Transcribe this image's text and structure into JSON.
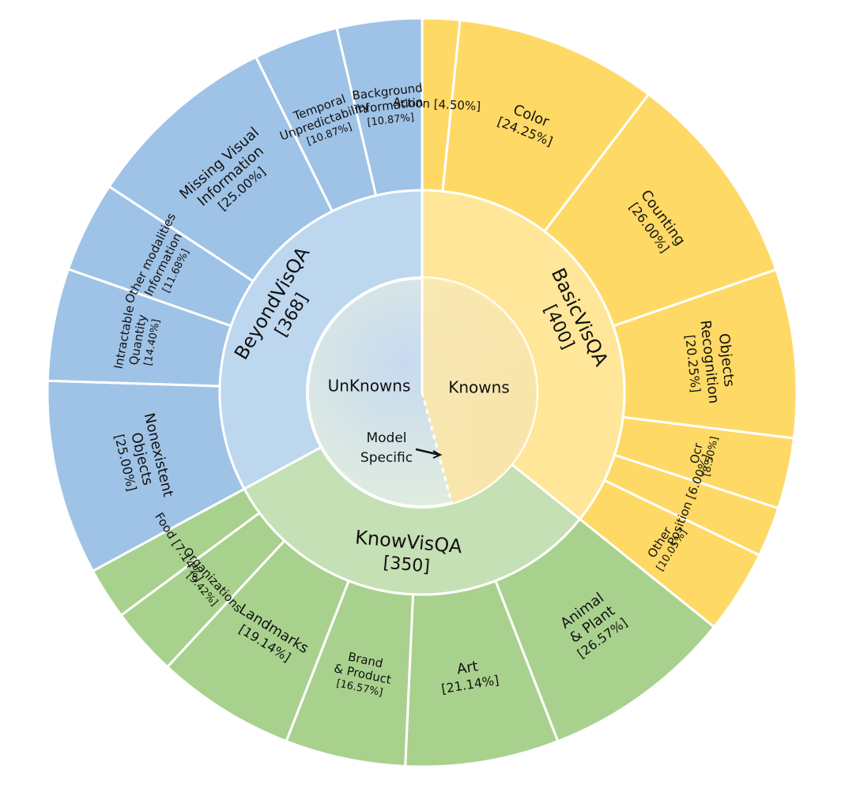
{
  "chart_data": {
    "type": "sunburst",
    "colors": {
      "blue_outer": "#9FC3E6",
      "blue_middle": "#BDD7EE",
      "yellow_outer": "#FFD966",
      "yellow_middle": "#FFE699",
      "green_outer": "#A9D18E",
      "green_middle": "#C5E0B4",
      "separator": "#ffffff"
    },
    "center": {
      "labels": [
        {
          "text": "UnKnowns"
        },
        {
          "text": "Knowns"
        },
        {
          "text": "Model"
        },
        {
          "text": "Specific"
        }
      ]
    },
    "groups": [
      {
        "name": "BasicVisQA",
        "count": "[400]",
        "value": 400,
        "color": "yellow",
        "children": [
          {
            "lines": [
              "Action [4.50%]"
            ],
            "value": 4.5
          },
          {
            "lines": [
              "Color",
              "[24.25%]"
            ],
            "value": 24.25
          },
          {
            "lines": [
              "Counting",
              "[26.00%]"
            ],
            "value": 26.0
          },
          {
            "lines": [
              "Objects",
              "Recognition",
              "[20.25%]"
            ],
            "value": 20.25
          },
          {
            "lines": [
              "Ocr",
              "[8.50%]"
            ],
            "value": 8.5
          },
          {
            "lines": [
              "Position [6.00%]"
            ],
            "value": 6.0
          },
          {
            "lines": [
              "Other",
              "[10.05%]"
            ],
            "value": 10.05
          }
        ]
      },
      {
        "name": "KnowVisQA",
        "count": "[350]",
        "value": 350,
        "color": "green",
        "children": [
          {
            "lines": [
              "Animal",
              "& Plant",
              "[26.57%]"
            ],
            "value": 26.57
          },
          {
            "lines": [
              "Art",
              "[21.14%]"
            ],
            "value": 21.14
          },
          {
            "lines": [
              "Brand",
              "& Product",
              "[16.57%]"
            ],
            "value": 16.57
          },
          {
            "lines": [
              "Landmarks",
              "[19.14%]"
            ],
            "value": 19.14
          },
          {
            "lines": [
              "Organizations",
              "[9.42%]"
            ],
            "value": 9.42
          },
          {
            "lines": [
              "Food [7.14%]"
            ],
            "value": 7.14
          }
        ]
      },
      {
        "name": "BeyondVisQA",
        "count": "[368]",
        "value": 368,
        "color": "blue",
        "children": [
          {
            "lines": [
              "Nonexistent",
              "Objects",
              "[25.00%]"
            ],
            "value": 25.0
          },
          {
            "lines": [
              "Intractable",
              "Quantity",
              "[14.40%]"
            ],
            "value": 14.4
          },
          {
            "lines": [
              "Other modalities",
              "Information",
              "[11.68%]"
            ],
            "value": 11.68
          },
          {
            "lines": [
              "Missing Visual",
              "Information",
              "[25.00%]"
            ],
            "value": 25.0
          },
          {
            "lines": [
              "Temporal",
              "Unpredictability",
              "[10.87%]"
            ],
            "value": 10.87
          },
          {
            "lines": [
              "Background",
              "Information",
              "[10.87%]"
            ],
            "value": 10.87
          }
        ]
      }
    ]
  }
}
